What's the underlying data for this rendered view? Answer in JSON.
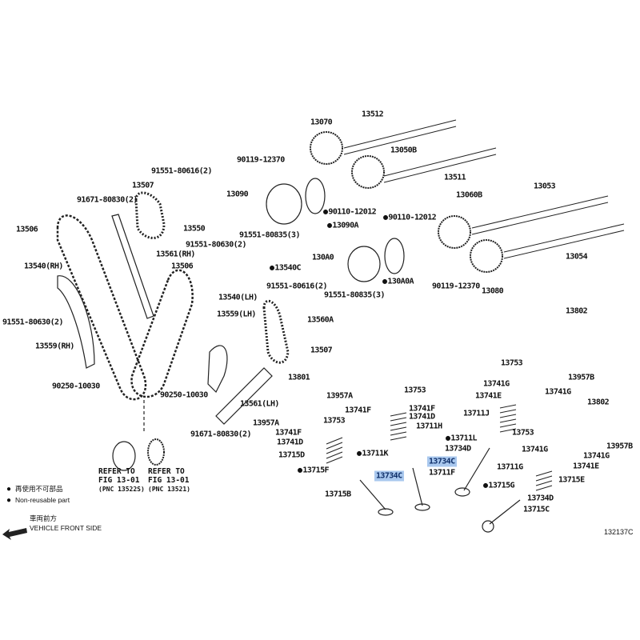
{
  "labels": [
    "13512",
    "13070",
    "90119-12370",
    "13050B",
    "13511",
    "91551-80616(2)",
    "13507",
    "91671-80830(2)",
    "13090",
    "90110-12012",
    "13053",
    "13060B",
    "90110-12012",
    "13550",
    "13090A",
    "91551-80835(3)",
    "13506",
    "13561(RH)",
    "91551-80630(2)",
    "13540C",
    "13054",
    "130A0",
    "130A0A",
    "90119-12370",
    "13080",
    "13540(RH)",
    "13506",
    "13540(LH)",
    "91551-80616(2)",
    "91551-80835(3)",
    "13560A",
    "13559(LH)",
    "91551-80630(2)",
    "13507",
    "13559(RH)",
    "13802",
    "13753",
    "13957B",
    "13801",
    "13753",
    "13741G",
    "13741G",
    "13741E",
    "13957A",
    "90250-10030",
    "90250-10030",
    "13802",
    "13741F",
    "13741F",
    "13741D",
    "13711J",
    "13561(LH)",
    "13957A",
    "13753",
    "13753",
    "13711H",
    "13741F",
    "13741D",
    "13711L",
    "13741G",
    "13957B",
    "13741G",
    "91671-80830(2)",
    "13715D",
    "13711K",
    "13734C",
    "13734D",
    "13741E",
    "13715F",
    "13734C",
    "13711F",
    "13711G",
    "13715E",
    "13715G",
    "13715B",
    "13734D",
    "13715C"
  ],
  "references": [
    {
      "line1": "REFER TO",
      "line2": "FIG 13-01",
      "pnc": "(PNC 13522S)"
    },
    {
      "line1": "REFER TO",
      "line2": "FIG 13-01",
      "pnc": "(PNC 13521)"
    }
  ],
  "legend": {
    "jp": "再使用不可部品",
    "en": "Non-reusable part"
  },
  "front": {
    "jp": "車両前方",
    "en": "VEHICLE FRONT SIDE"
  },
  "diagram_code": "132137C",
  "colors": {
    "highlight": "#a9c8ee"
  }
}
